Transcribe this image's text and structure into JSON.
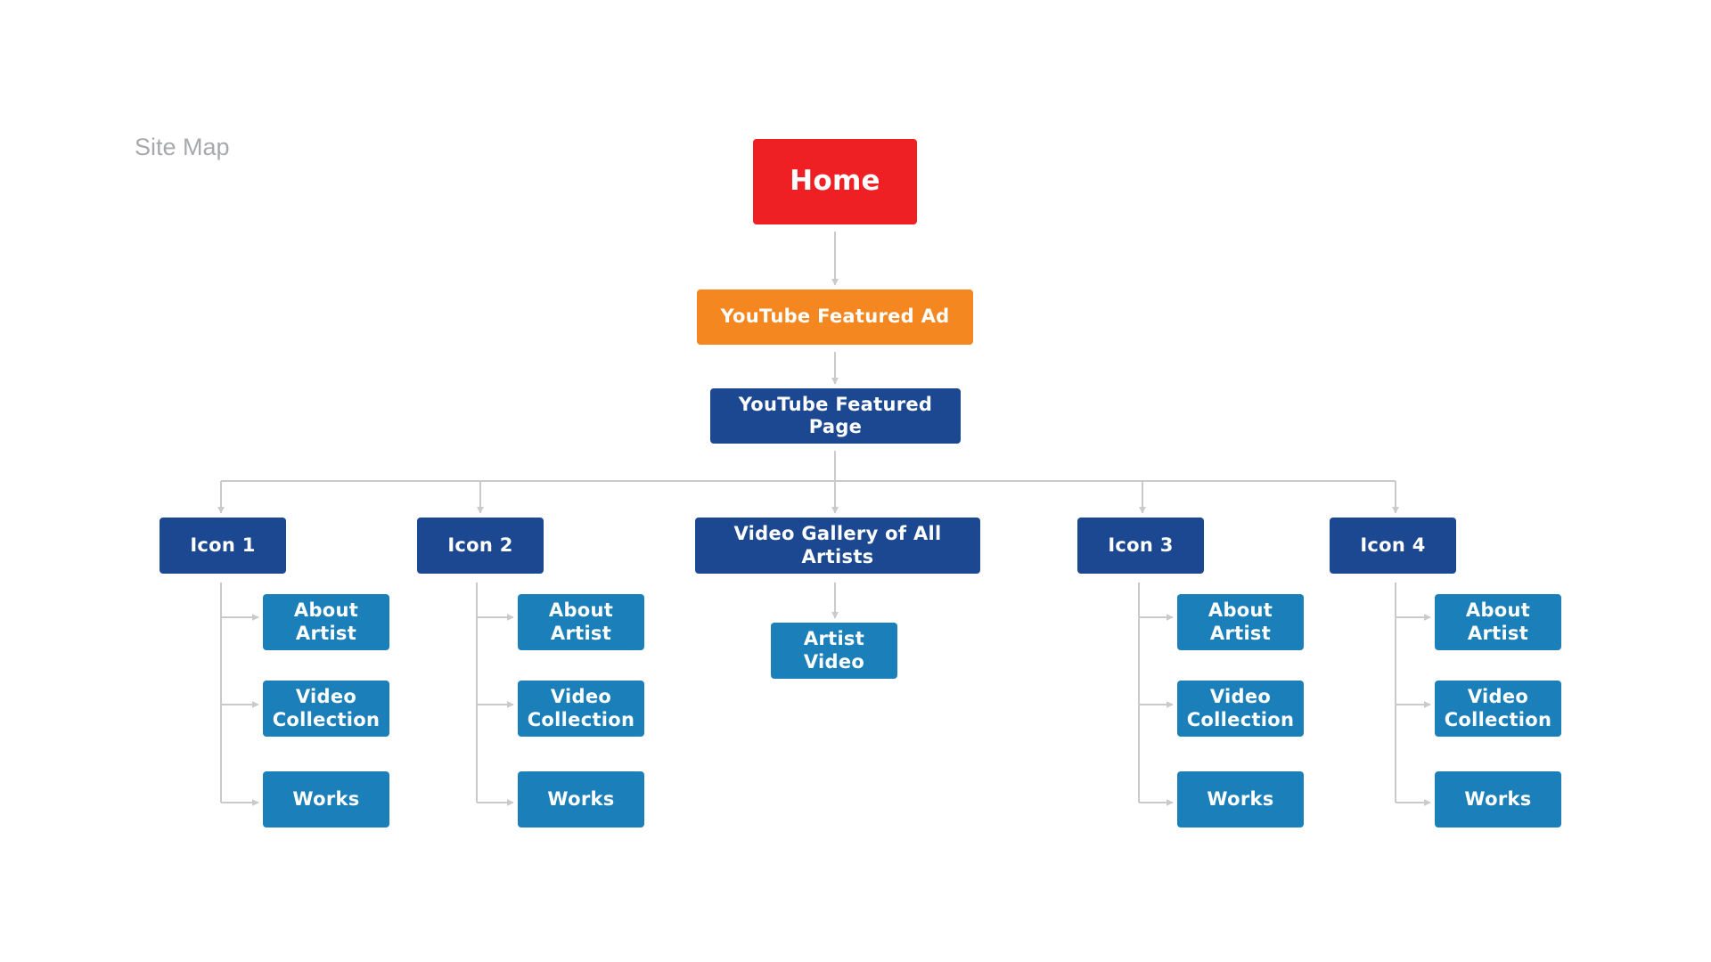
{
  "title": "Site Map",
  "colors": {
    "home": "#ee2024",
    "ad": "#f58720",
    "primary": "#1c4892",
    "secondary": "#1b7fba",
    "connector": "#c9cacc",
    "title_text": "#a7a9ac"
  },
  "home": {
    "label": "Home"
  },
  "featured_ad": {
    "label": "YouTube Featured Ad"
  },
  "featured_page": {
    "label": "YouTube Featured Page"
  },
  "branches": [
    {
      "label": "Icon 1",
      "children": [
        "About\nArtist",
        "Video\nCollection",
        "Works"
      ]
    },
    {
      "label": "Icon 2",
      "children": [
        "About\nArtist",
        "Video\nCollection",
        "Works"
      ]
    },
    {
      "label": "Video Gallery of All Artists",
      "children": [
        "Artist\nVideo"
      ]
    },
    {
      "label": "Icon 3",
      "children": [
        "About\nArtist",
        "Video\nCollection",
        "Works"
      ]
    },
    {
      "label": "Icon 4",
      "children": [
        "About\nArtist",
        "Video\nCollection",
        "Works"
      ]
    }
  ]
}
